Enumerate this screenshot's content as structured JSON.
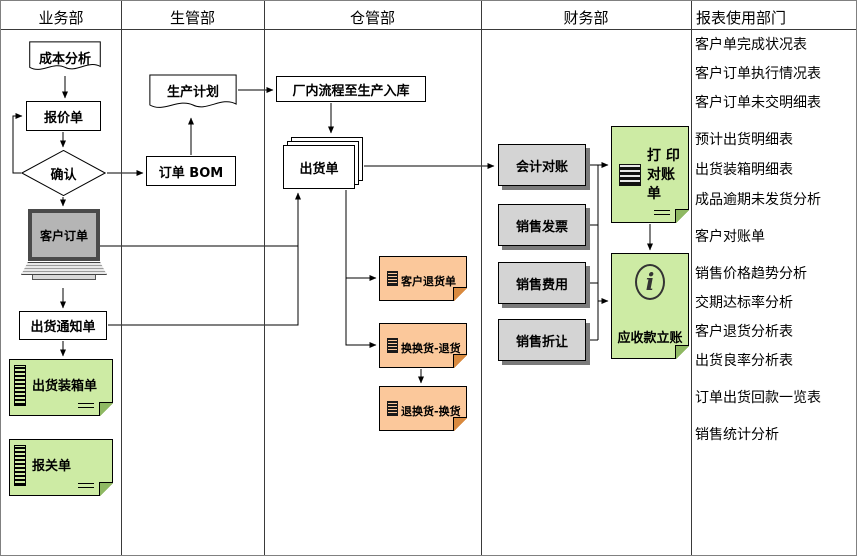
{
  "lanes": [
    {
      "label": "业务部"
    },
    {
      "label": "生管部"
    },
    {
      "label": "仓管部"
    },
    {
      "label": "财务部"
    },
    {
      "label": "报表使用部门"
    }
  ],
  "nodes": {
    "cost_analysis": "成本分析",
    "quotation": "报价单",
    "confirm": "确认",
    "customer_order": "客户订单",
    "shipping_notice": "出货通知单",
    "packing_list": "出货装箱单",
    "customs_declaration": "报关单",
    "production_plan": "生产计划",
    "order_bom": "订单 BOM",
    "factory_process": "厂内流程至生产入库",
    "shipping_order": "出货单",
    "customer_return": "客户退货单",
    "exchange_return": "换换货-退货",
    "return_exchange": "退换货-换货",
    "accounting_reconciliation": "会计对账",
    "sales_invoice": "销售发票",
    "sales_expense": "销售费用",
    "sales_allowance": "销售折让",
    "print_line1": "打 印",
    "print_line2": "对账单",
    "receivables_posting": "应收款立账"
  },
  "icons": {
    "info": "i"
  },
  "reports": [
    "客户单完成状况表",
    "客户订单执行情况表",
    "客户订单未交明细表",
    "预计出货明细表",
    "出货装箱明细表",
    "成品逾期未发货分析",
    "客户对账单",
    "销售价格趋势分析",
    "交期达标率分析",
    "客户退货分析表",
    "出货良率分析表",
    "订单出货回款一览表",
    "销售统计分析"
  ],
  "colors": {
    "note_green": "#cdeba4",
    "note_orange": "#fbc89b",
    "box_gray": "#d4d4d4",
    "line": "#000000"
  }
}
